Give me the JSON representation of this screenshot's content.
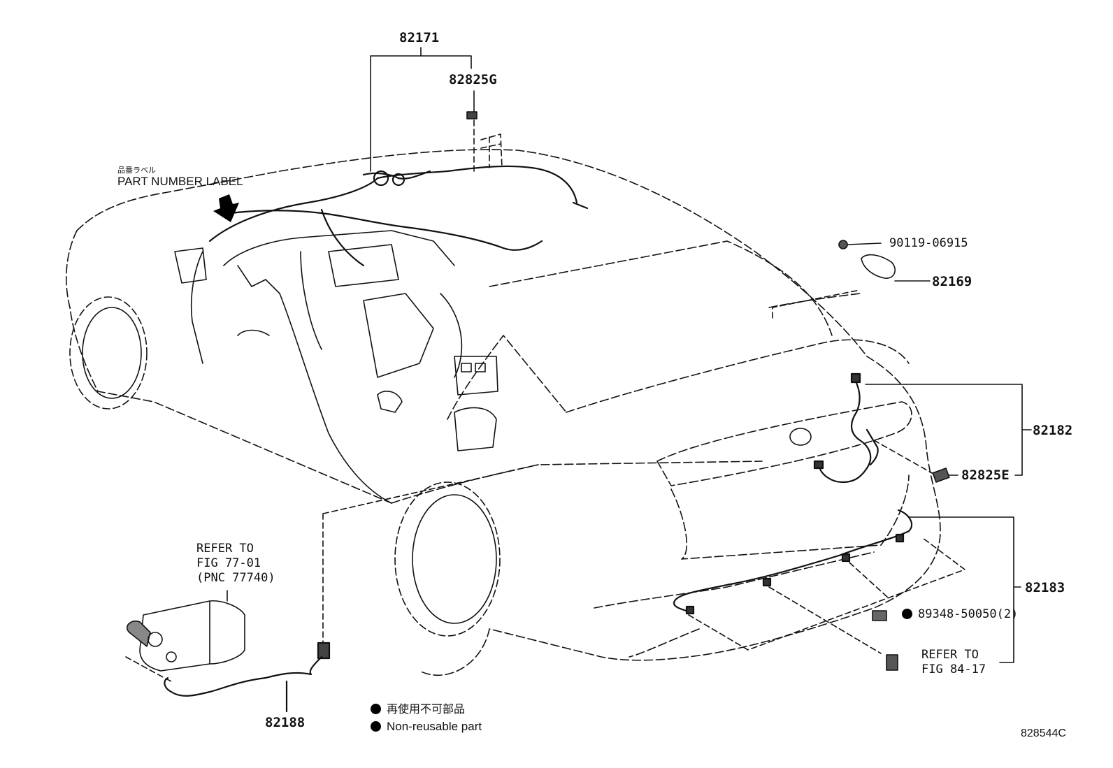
{
  "labels": {
    "p82171": "82171",
    "p82825G": "82825G",
    "p90119": "90119-06915",
    "p82169": "82169",
    "p82182": "82182",
    "p82825E": "82825E",
    "p82183": "82183",
    "p89348": "89348-50050(2)",
    "p82188": "82188",
    "part_label_jp": "品番ラベル",
    "part_label_en": "PART NUMBER LABEL",
    "refer1_line1": "REFER TO",
    "refer1_line2": "FIG 77-01",
    "refer1_line3": "(PNC 77740)",
    "refer2_line1": "REFER TO",
    "refer2_line2": "FIG 84-17",
    "legend_jp": "再使用不可部品",
    "legend_en": "Non-reusable part",
    "figure_id": "828544C"
  }
}
